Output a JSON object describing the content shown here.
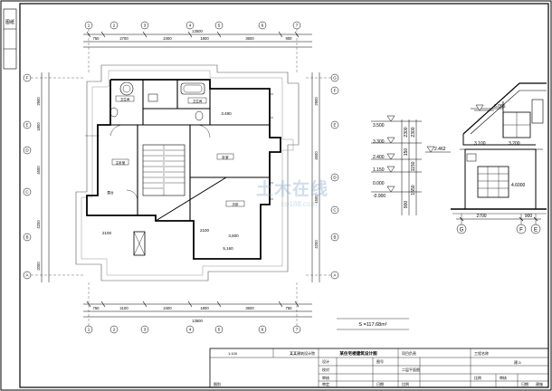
{
  "drawing": {
    "area_label": "S =117.68m²",
    "watermark": "土木在线",
    "watermark_sub": "co188.com",
    "left_strip_text": "图纸",
    "scale_label": "1:100"
  },
  "plan_dims_top": [
    "750",
    "2700",
    "2400",
    "1800",
    "3600",
    "900"
  ],
  "plan_dims_top_total": "13500",
  "plan_dims_bottom": [
    "750",
    "2100",
    "2400",
    "1800",
    "3600",
    "750"
  ],
  "plan_dims_bottom_total": "13500",
  "plan_dims_left": [
    "2900",
    "1800",
    "4500",
    "4200",
    "2000"
  ],
  "plan_dims_right": [
    "2900",
    "4500",
    "1500",
    "4200"
  ],
  "grid_top": [
    "1",
    "2",
    "3",
    "4",
    "5",
    "6",
    "7"
  ],
  "grid_left": [
    "A",
    "B",
    "C",
    "D",
    "E",
    "F"
  ],
  "grid_right": [
    "A",
    "B",
    "C",
    "D",
    "E",
    "F",
    "G"
  ],
  "rooms": [
    {
      "name": "卫生间",
      "size": ""
    },
    {
      "name": "卫生间",
      "size": ""
    },
    {
      "name": "主卧室",
      "size": ""
    },
    {
      "name": "卧室",
      "size": ""
    },
    {
      "name": "露台",
      "size": ""
    },
    {
      "name": "次卧",
      "size": ""
    }
  ],
  "plan_texts": [
    "2100",
    "3.480",
    "2100",
    "3,600",
    "5,160"
  ],
  "section": {
    "elevations": [
      "6.055",
      "3.500",
      "3.300",
      "2.462",
      "2.400",
      "1.150",
      "0.000",
      "-0.900",
      "3.100",
      "3.200",
      "4.6000"
    ],
    "vertical_dims": [
      "2300",
      "2300",
      "150",
      "1150",
      "1550",
      "900"
    ],
    "horizontal_dims": [
      "2700",
      "900"
    ],
    "axes": [
      "G",
      "F",
      "E"
    ]
  },
  "title_block": {
    "company": "某某建筑设计院",
    "project_title": "某住宅楼建筑设计图",
    "drawing_name": "二层平面图",
    "sheet_no": "建-5",
    "labels": [
      "设计",
      "校对",
      "审核",
      "审定",
      "项目负责",
      "工程名称",
      "图号",
      "比例",
      "日期",
      "图别"
    ],
    "row_texts": [
      "比例",
      "审核",
      "日期",
      "建施"
    ]
  }
}
